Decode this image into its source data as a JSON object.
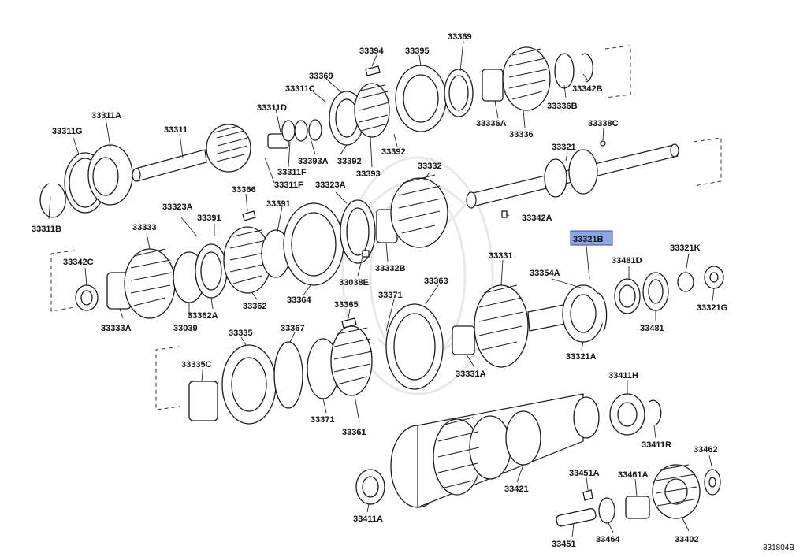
{
  "diagram": {
    "highlight_color": "#8fa6e6",
    "footer_code": "331804B",
    "labels": {
      "l33394": "33394",
      "l33395": "33395",
      "l33369a": "33369",
      "l33369b": "33369",
      "l33311C": "33311C",
      "l33311D": "33311D",
      "l33311A": "33311A",
      "l33311G": "33311G",
      "l33311": "33311",
      "l33393A": "33393A",
      "l33392a": "33392",
      "l33392b": "33392",
      "l33393": "33393",
      "l33311F": "33311F",
      "l33311Fb": "33311F",
      "l33342B": "33342B",
      "l33336B": "33336B",
      "l33336A": "33336A",
      "l33336": "33336",
      "l33338C": "33338C",
      "l33321": "33321",
      "l33342A": "33342A",
      "l33332": "33332",
      "l33323A": "33323A",
      "l33366": "33366",
      "l33323Ab": "33323A",
      "l33391a": "33391",
      "l33391b": "33391",
      "l33311B": "33311B",
      "l33333": "33333",
      "l33342C": "33342C",
      "l33333A": "33333A",
      "l33039": "33039",
      "l33362A": "33362A",
      "l33362": "33362",
      "l33364": "33364",
      "l33038E": "33038E",
      "l33332B": "33332B",
      "l33321B": "33321B",
      "l33331": "33331",
      "l33354A": "33354A",
      "l33481D": "33481D",
      "l33321K": "33321K",
      "l33321G": "33321G",
      "l33481": "33481",
      "l33321A": "33321A",
      "l33363": "33363",
      "l33365": "33365",
      "l33371a": "33371",
      "l33335": "33335",
      "l33367": "33367",
      "l33335C": "33335C",
      "l33371b": "33371",
      "l33361": "33361",
      "l33331A": "33331A",
      "l33411H": "33411H",
      "l33411R": "33411R",
      "l33462": "33462",
      "l33451A": "33451A",
      "l33461A": "33461A",
      "l33421": "33421",
      "l33411A": "33411A",
      "l33451": "33451",
      "l33464": "33464",
      "l33402": "33402"
    }
  }
}
